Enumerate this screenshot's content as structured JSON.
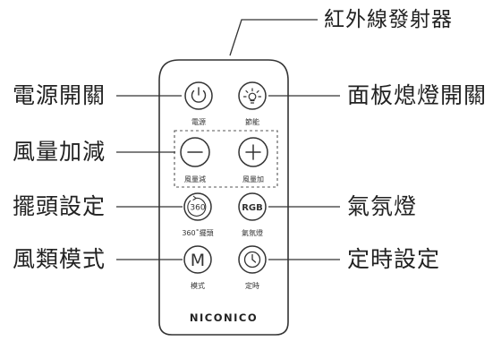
{
  "callouts": {
    "ir_emitter": "紅外線發射器",
    "power": "電源開關",
    "panel_light": "面板熄燈開關",
    "fan_speed": "風量加減",
    "swing": "擺頭設定",
    "ambient_light": "氣氛燈",
    "fan_mode": "風類模式",
    "timer": "定時設定"
  },
  "remote": {
    "brand": "NICONICO",
    "buttons": {
      "power_label": "電源",
      "eco_label": "節能",
      "minus_label": "風量減",
      "plus_label": "風量加",
      "swing_label": "360˚擺頭",
      "swing_glyph": "360",
      "rgb_label": "氣氛燈",
      "rgb_glyph": "RGB",
      "mode_label": "模式",
      "mode_glyph": "M",
      "timer_label": "定時"
    }
  },
  "colors": {
    "line": "#333333",
    "text": "#222222",
    "background": "#ffffff"
  }
}
